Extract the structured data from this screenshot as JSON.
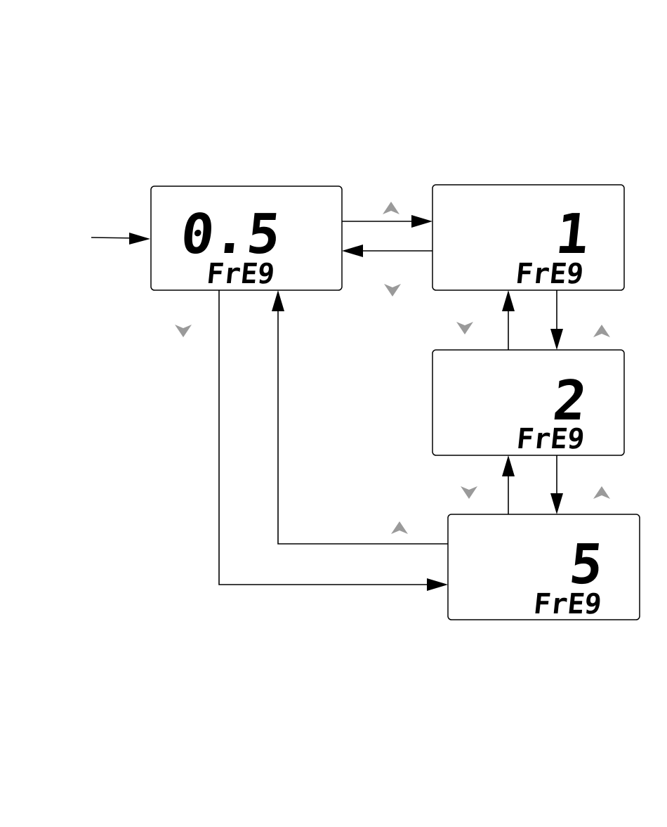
{
  "displays": [
    {
      "id": "freq-0-5",
      "value": "0.5",
      "label": "FrE9"
    },
    {
      "id": "freq-1",
      "value": "1",
      "label": "FrE9"
    },
    {
      "id": "freq-2",
      "value": "2",
      "label": "FrE9"
    },
    {
      "id": "freq-5",
      "value": "5",
      "label": "FrE9"
    }
  ],
  "icons": {
    "up": "up-key-icon",
    "down": "down-key-icon"
  },
  "colors": {
    "key_icon": "#9a9a9a",
    "line": "#000000",
    "lcd_border": "#000000"
  }
}
